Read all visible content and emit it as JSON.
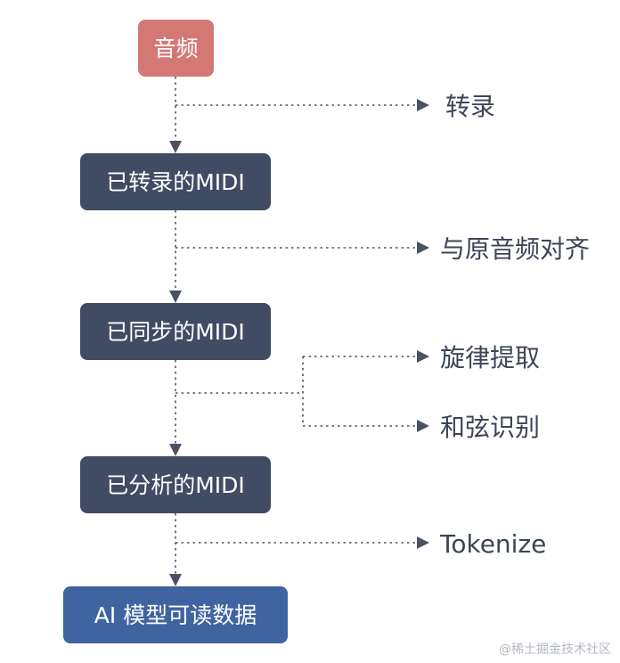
{
  "colors": {
    "audio_node": "#d47876",
    "midi_node": "#404b64",
    "output_node": "#3f64a0",
    "connector": "#4a5263",
    "branch_text": "#3c4556"
  },
  "nodes": {
    "audio": "音频",
    "transcribed_midi": "已转录的MIDI",
    "synced_midi": "已同步的MIDI",
    "analyzed_midi": "已分析的MIDI",
    "ai_data": "AI 模型可读数据"
  },
  "branches": {
    "transcribe": "转录",
    "align": "与原音频对齐",
    "melody_extraction": "旋律提取",
    "chord_recognition": "和弦识别",
    "tokenize": "Tokenize"
  },
  "watermark": "@稀土掘金技术社区"
}
